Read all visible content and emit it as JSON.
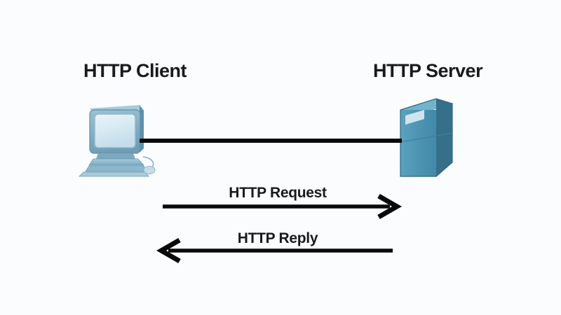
{
  "diagram": {
    "title_client": "HTTP Client",
    "title_server": "HTTP Server",
    "background_color": "#fbfcfe",
    "line_color": "#0a0a0a",
    "nodes": [
      {
        "id": "http-client",
        "label": "HTTP Client",
        "icon": "desktop-computer-icon",
        "colors": {
          "bezel": "#7fa8bd",
          "bezel_top": "#9cc2d4",
          "bezel_side": "#5d90aa",
          "screen": "#d2e6ef",
          "base": "#8fb7cb",
          "base_shadow": "#5d90aa",
          "mouse": "#bcd6e3"
        }
      },
      {
        "id": "http-server",
        "label": "HTTP Server",
        "icon": "server-tower-icon",
        "colors": {
          "front": "#4a92b0",
          "side": "#356f8a",
          "top": "#74b4cb",
          "slot": "#cfe4ee"
        }
      }
    ],
    "links": [
      {
        "id": "client-server-link",
        "type": "network-line",
        "from": "http-client",
        "to": "http-server"
      }
    ],
    "messages": [
      {
        "id": "http-request",
        "label": "HTTP Request",
        "direction": "client-to-server",
        "arrow": "arrow-right"
      },
      {
        "id": "http-reply",
        "label": "HTTP Reply",
        "direction": "server-to-client",
        "arrow": "arrow-left"
      }
    ]
  }
}
